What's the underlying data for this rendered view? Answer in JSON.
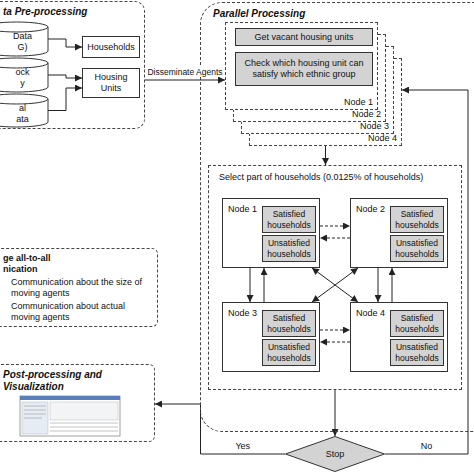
{
  "diagram": {
    "nodes": [
      {
        "text": [
          "ta Pre-processing"
        ]
      },
      {
        "text": [
          "Data G)"
        ],
        "in": 0
      },
      {
        "text": [
          "ock y"
        ],
        "in": 0
      },
      {
        "text": [
          "al ata"
        ],
        "in": 0
      },
      {
        "text": [
          "Households"
        ],
        "in": 0
      },
      {
        "text": [
          "Housing Units"
        ],
        "in": 0
      },
      {
        "text": [
          "Parallel Processing"
        ]
      },
      {
        "text": [
          "Node 1"
        ],
        "in": 6
      },
      {
        "text": [
          "Get vacant housing units"
        ],
        "in": 7
      },
      {
        "text": [
          "Check which housing unit can satisfy which ethnic group"
        ],
        "in": 7
      },
      {
        "text": [
          "Node 2"
        ],
        "in": 6
      },
      {
        "text": [
          "Node 3"
        ],
        "in": 6
      },
      {
        "text": [
          "Node 4"
        ],
        "in": 6
      },
      {
        "text": [
          "Select part of households (0.0125% of households)"
        ],
        "in": 6
      },
      {
        "text": [
          "Node 1"
        ],
        "in": 13
      },
      {
        "text": [
          "Satisfied households"
        ],
        "in": 14
      },
      {
        "text": [
          "Unsatisfied households"
        ],
        "in": 14
      },
      {
        "text": [
          "Node 2"
        ],
        "in": 13
      },
      {
        "text": [
          "Satisfied households"
        ],
        "in": 17
      },
      {
        "text": [
          "Unsatisfied households"
        ],
        "in": 17
      },
      {
        "text": [
          "Node 3"
        ],
        "in": 13
      },
      {
        "text": [
          "Satisfied households"
        ],
        "in": 20
      },
      {
        "text": [
          "Unsatisfied households"
        ],
        "in": 20
      },
      {
        "text": [
          "Node 4"
        ],
        "in": 13
      },
      {
        "text": [
          "Satisfied households"
        ],
        "in": 23
      },
      {
        "text": [
          "Unsatisfied households"
        ],
        "in": 23
      },
      {
        "text": [
          "Stop"
        ]
      },
      {
        "text": [
          "ge all-to-all nication",
          "Communication about the size of moving agents",
          "Communication about actual moving agents"
        ]
      },
      {
        "text": [
          "Post-processing and Visualization"
        ]
      }
    ],
    "edges": [
      {
        "from": 1,
        "to": 4,
        "arrow": "to"
      },
      {
        "from": 2,
        "to": 5,
        "arrow": "to"
      },
      {
        "from": 3,
        "to": 5,
        "arrow": "to"
      },
      {
        "from": 0,
        "to": 7,
        "label": "Disseminate Agents",
        "arrow": "to"
      },
      {
        "from": 12,
        "to": 13,
        "arrow": "to"
      },
      {
        "from": 14,
        "to": 17,
        "arrow": "to"
      },
      {
        "from": 17,
        "to": 14,
        "arrow": "to"
      },
      {
        "from": 14,
        "to": 20,
        "arrow": "to"
      },
      {
        "from": 20,
        "to": 14,
        "arrow": "to"
      },
      {
        "from": 17,
        "to": 23,
        "arrow": "to"
      },
      {
        "from": 23,
        "to": 17,
        "arrow": "to"
      },
      {
        "from": 14,
        "to": 23,
        "arrow": "both"
      },
      {
        "from": 17,
        "to": 20,
        "arrow": "both"
      },
      {
        "from": 20,
        "to": 23,
        "arrow": "to"
      },
      {
        "from": 23,
        "to": 20,
        "arrow": "to"
      },
      {
        "from": 13,
        "to": 26,
        "arrow": "to"
      },
      {
        "from": 26,
        "to": 28,
        "label": "Yes",
        "arrow": "to"
      },
      {
        "from": 26,
        "to": 12,
        "label": "No",
        "arrow": "to"
      }
    ]
  }
}
